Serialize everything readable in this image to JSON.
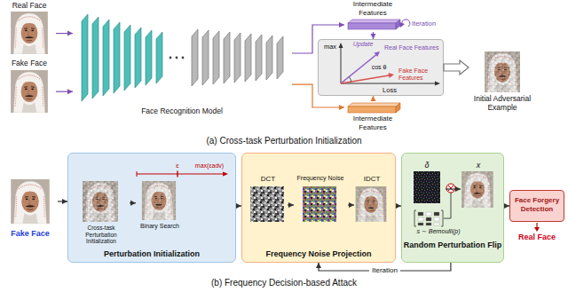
{
  "diagram": {
    "nodes": [
      {
        "text": [
          "Real Face"
        ]
      },
      {
        "text": [
          "Fake Face"
        ]
      },
      {
        "text": [
          "Face Recognition Model"
        ]
      },
      {
        "text": [
          "Intermediate Features"
        ]
      },
      {
        "text": [
          "Intermediate Features"
        ]
      },
      {
        "text": [
          "max",
          "Update",
          "Real Face Features",
          "cos θ",
          "Fake Face Features",
          "Loss"
        ]
      },
      {
        "text": [
          "Initial Adversarial Example"
        ]
      },
      {
        "text": [
          "Fake Face"
        ]
      },
      {
        "text": [
          "Perturbation Initialization"
        ]
      },
      {
        "text": [
          "Cross-task Perturbation Initialization"
        ],
        "in": 8
      },
      {
        "text": [
          "Binary Search"
        ],
        "in": 8
      },
      {
        "text": [
          "Frequency Noise Projection"
        ]
      },
      {
        "text": [
          "DCT"
        ],
        "in": 11
      },
      {
        "text": [
          "Frequency Noise"
        ],
        "in": 11
      },
      {
        "text": [
          "IDCT"
        ],
        "in": 11
      },
      {
        "text": [
          "Random Perturbation Flip"
        ]
      },
      {
        "text": [
          "δ"
        ],
        "in": 15
      },
      {
        "text": [
          "x"
        ],
        "in": 15
      },
      {
        "text": [
          "Face Forgery Detection"
        ]
      }
    ],
    "edges": [
      {
        "from": 0,
        "to": 2,
        "arrow": "to"
      },
      {
        "from": 1,
        "to": 2,
        "arrow": "to"
      },
      {
        "from": 2,
        "to": 3,
        "arrow": "to"
      },
      {
        "from": 2,
        "to": 4,
        "arrow": "to"
      },
      {
        "from": 3,
        "to": 5,
        "arrow": "to"
      },
      {
        "from": 4,
        "to": 5,
        "arrow": "to"
      },
      {
        "from": 5,
        "to": 6,
        "arrow": "to"
      },
      {
        "from": 7,
        "to": 8,
        "arrow": "to"
      },
      {
        "from": 9,
        "to": 10,
        "arrow": "to"
      },
      {
        "from": 8,
        "to": 11,
        "arrow": "to"
      },
      {
        "from": 12,
        "to": 13,
        "arrow": "to"
      },
      {
        "from": 13,
        "to": 14,
        "arrow": "to"
      },
      {
        "from": 11,
        "to": 15,
        "arrow": "to"
      },
      {
        "from": 16,
        "to": 17,
        "arrow": "to"
      },
      {
        "from": 15,
        "to": 18,
        "arrow": "to"
      },
      {
        "from": 15,
        "to": 11,
        "arrow": "to",
        "label": "Iteration"
      }
    ],
    "labels": [
      "Iteration",
      "(a) Cross-task Perturbation Initialization",
      "ε",
      "max(εadv)",
      "s ∼ Bernoulli(p)",
      "Real Face",
      "(b) Frequency Decision-based Attack"
    ]
  }
}
